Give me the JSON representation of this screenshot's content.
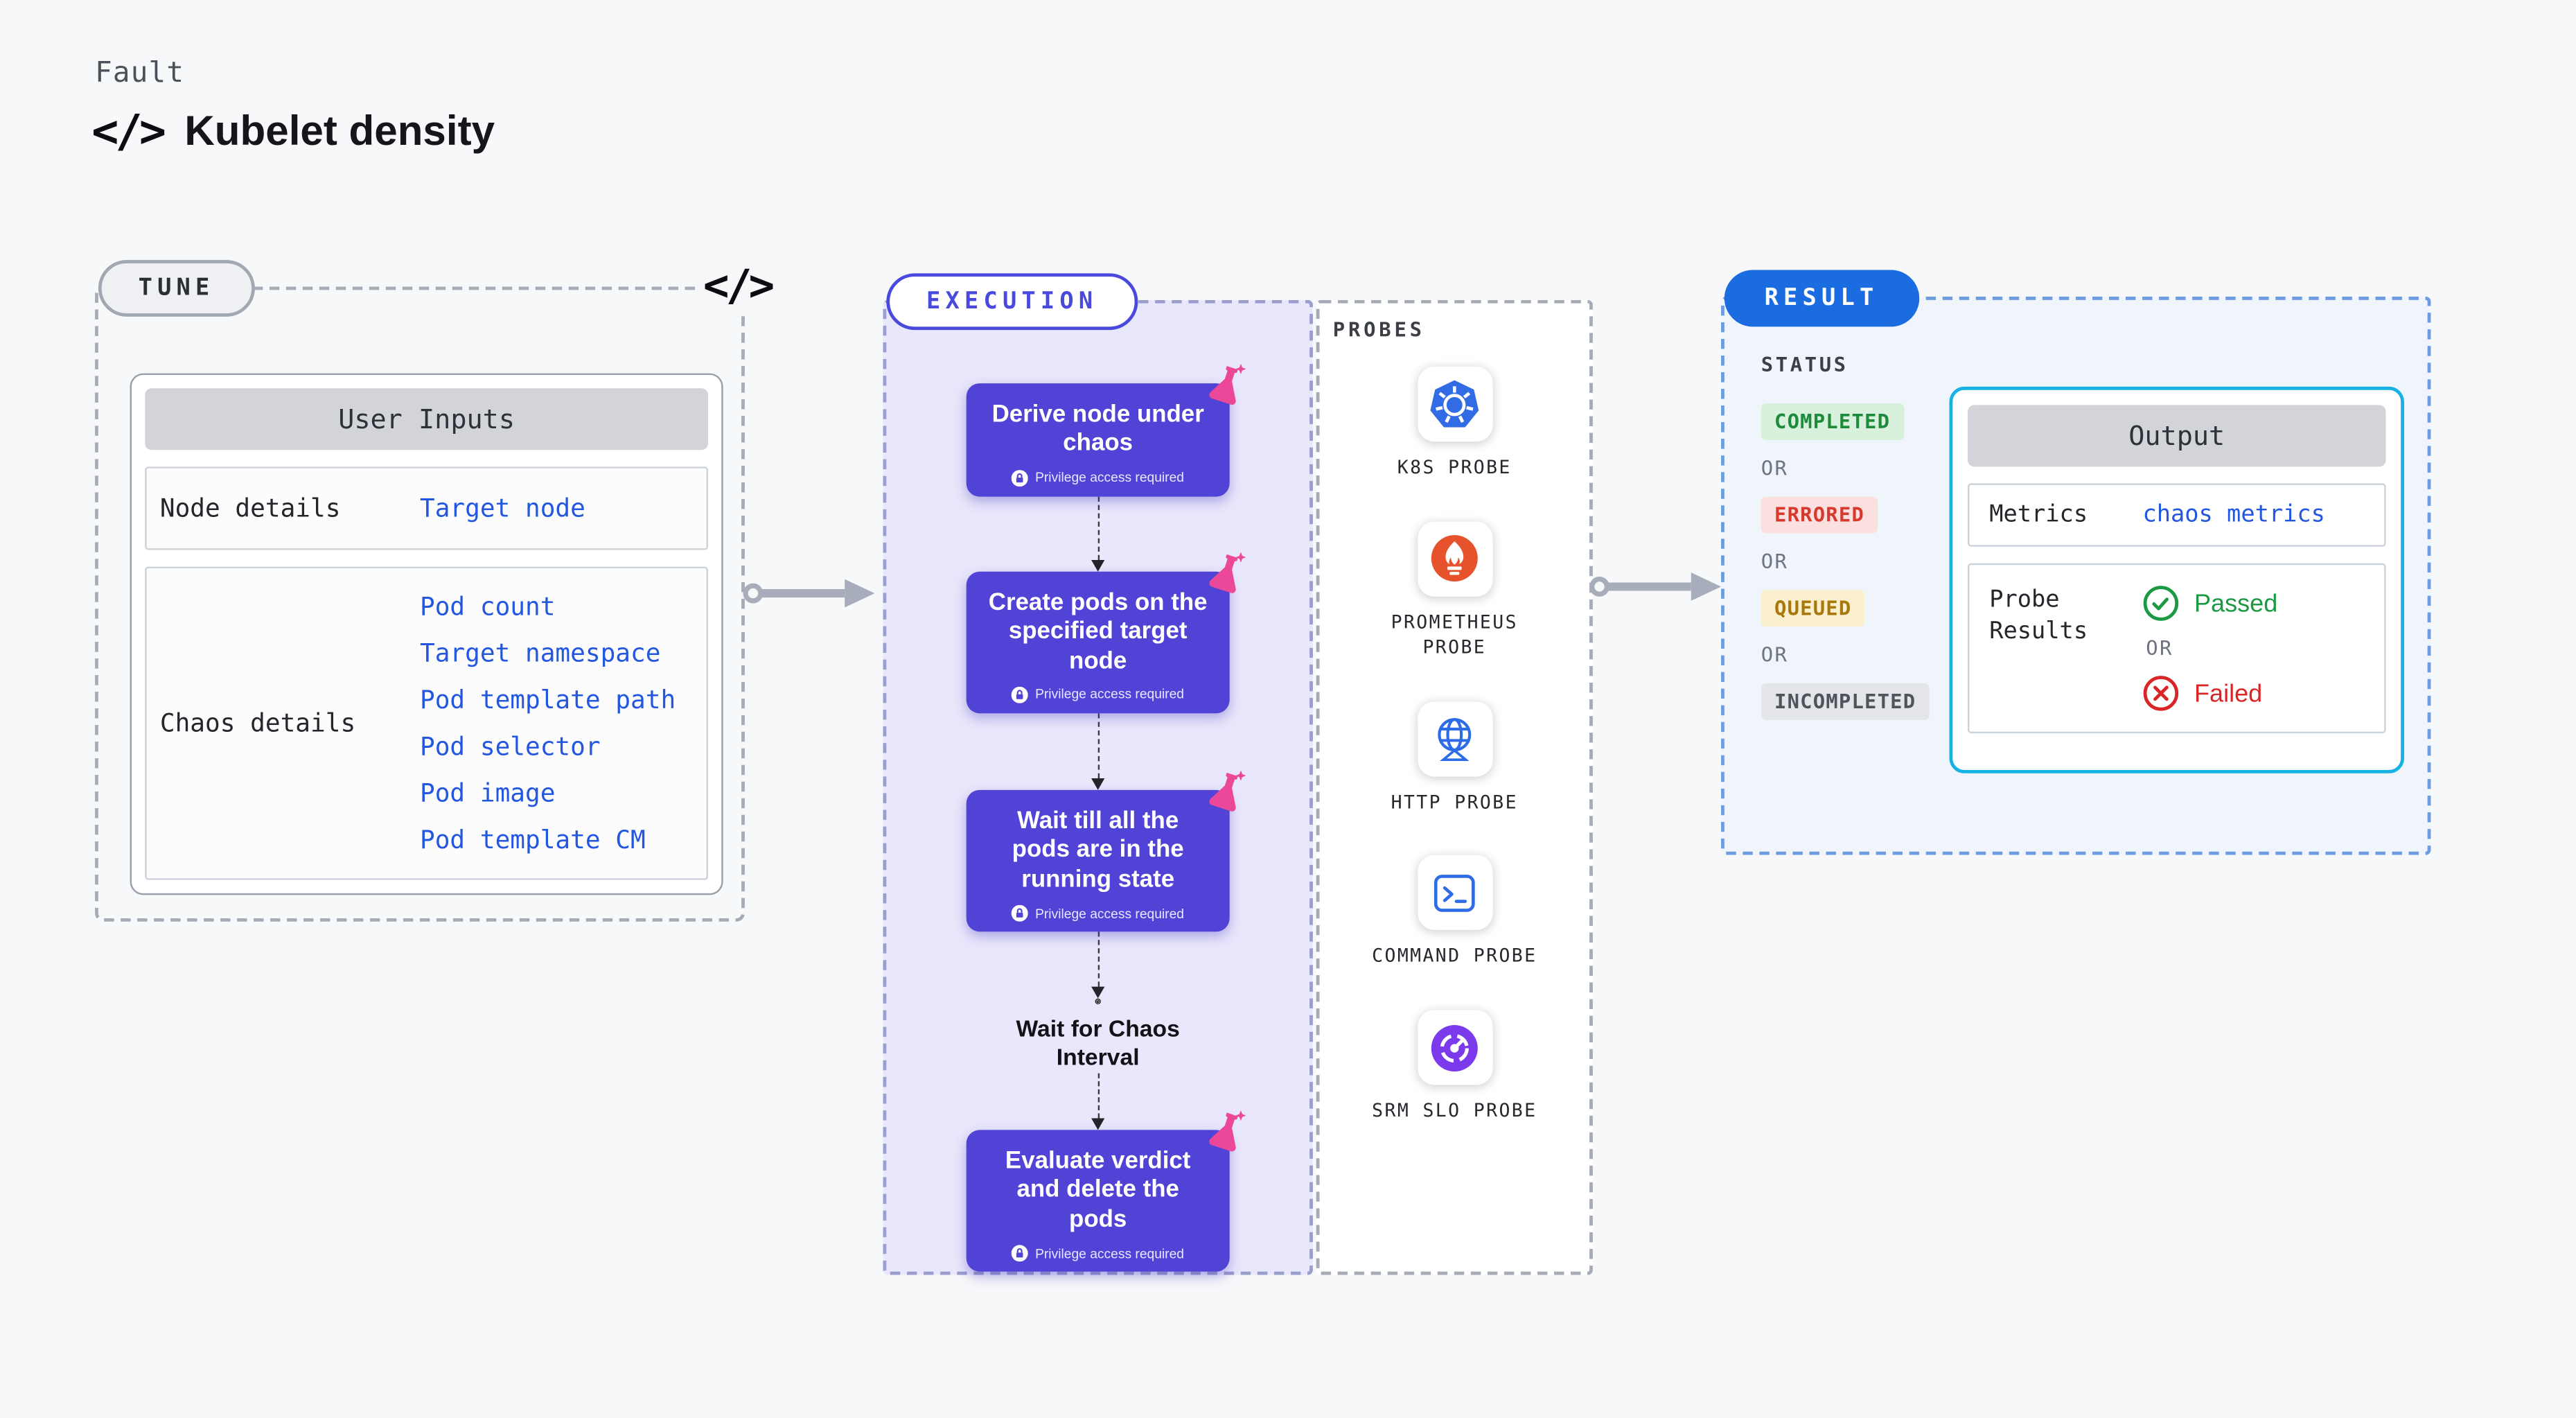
{
  "page": {
    "kicker": "Fault",
    "title": "Kubelet density",
    "code_icon": "</>"
  },
  "tune": {
    "label": "TUNE",
    "table": {
      "header": "User Inputs",
      "rows": [
        {
          "label": "Node details",
          "links": [
            "Target node"
          ]
        },
        {
          "label": "Chaos details",
          "links": [
            "Pod count",
            "Target namespace",
            "Pod template path",
            "Pod selector",
            "Pod image",
            "Pod template CM"
          ]
        }
      ]
    }
  },
  "execution": {
    "label": "EXECUTION",
    "steps": [
      {
        "text": "Derive node under chaos",
        "badge": "Privilege access required"
      },
      {
        "text": "Create pods on the specified target node",
        "badge": "Privilege access required"
      },
      {
        "text": "Wait till all the pods are in the running state",
        "badge": "Privilege access required"
      },
      {
        "text": "Evaluate verdict and delete the pods",
        "badge": "Privilege access required"
      }
    ],
    "wait_label": "Wait for Chaos Interval"
  },
  "probes": {
    "label": "PROBES",
    "items": [
      {
        "name": "K8S PROBE",
        "icon": "kubernetes-icon"
      },
      {
        "name": "PROMETHEUS PROBE",
        "icon": "prometheus-icon"
      },
      {
        "name": "HTTP PROBE",
        "icon": "globe-icon"
      },
      {
        "name": "COMMAND PROBE",
        "icon": "terminal-icon"
      },
      {
        "name": "SRM SLO PROBE",
        "icon": "srm-slo-icon"
      }
    ]
  },
  "result": {
    "label": "RESULT",
    "status_heading": "STATUS",
    "or": "OR",
    "statuses": [
      {
        "text": "COMPLETED",
        "color": "#1d8a3c"
      },
      {
        "text": "ERRORED",
        "color": "#d63a2f"
      },
      {
        "text": "QUEUED",
        "color": "#a8770d"
      },
      {
        "text": "INCOMPLETED",
        "color": "#4f545c"
      }
    ],
    "output": {
      "header": "Output",
      "metrics_label": "Metrics",
      "metrics_link": "chaos metrics",
      "probe_results_label": "Probe Results",
      "passed": "Passed",
      "failed": "Failed"
    }
  },
  "colors": {
    "page_background": "#f7f8fa",
    "step_purple": "#5143d6",
    "execution_fill": "#e9e7fb",
    "result_pill_blue": "#1a6ce0",
    "link_blue": "#2457e0",
    "output_border_cyan": "#17b2e3",
    "flask_pink": "#ec4899",
    "passed_green": "#1c9a43",
    "failed_red": "#d92525",
    "arrow_gray": "#a7adba"
  }
}
